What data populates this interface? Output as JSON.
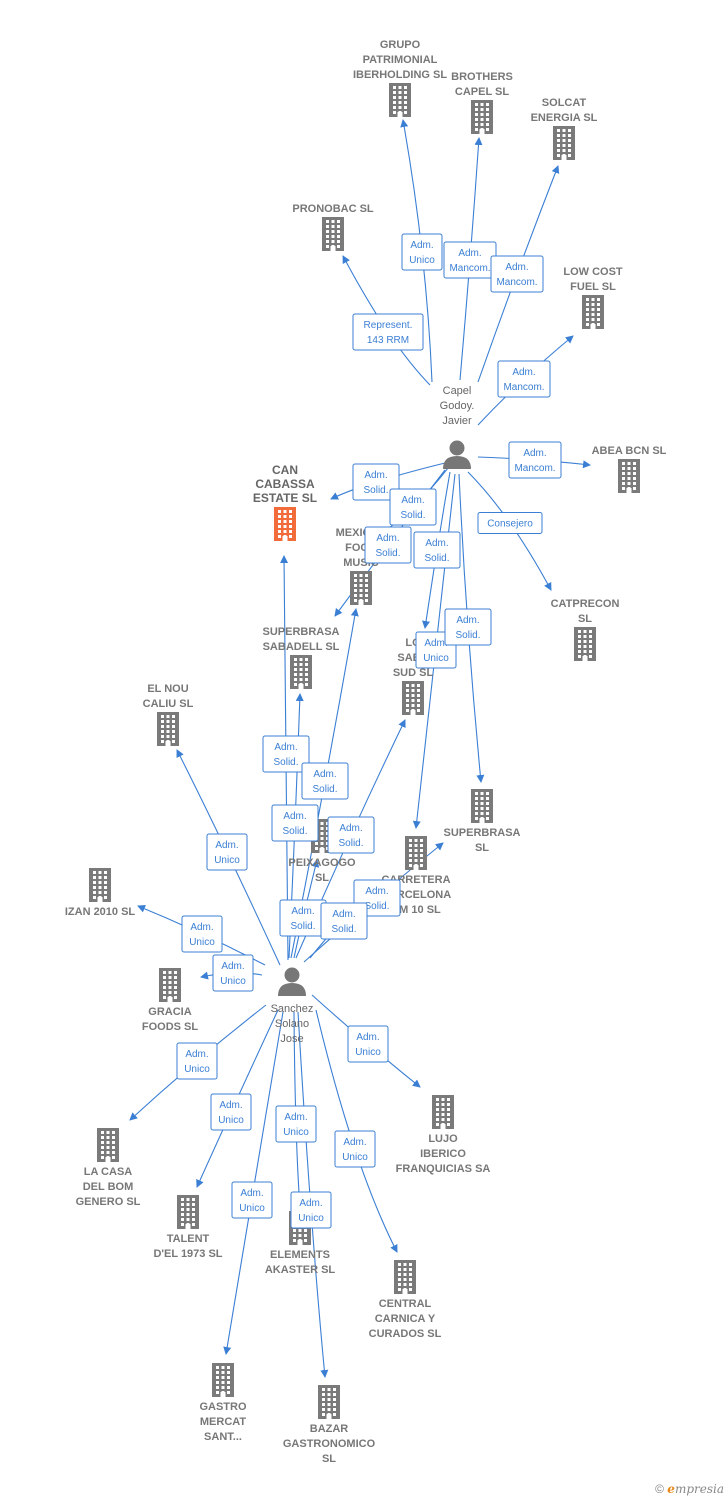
{
  "colors": {
    "edge": "#3b7fd4",
    "company": "#7a7a7a",
    "focus_company": "#f26b3a",
    "person": "#777777"
  },
  "persons": {
    "capel": {
      "name_lines": [
        "Capel",
        "Godoy.",
        "Javier"
      ]
    },
    "sanchez": {
      "name_lines": [
        "Sanchez",
        "Solano",
        "Jose"
      ]
    }
  },
  "companies": {
    "grupo": {
      "name_lines": [
        "GRUPO",
        "PATRIMONIAL",
        "IBERHOLDING SL"
      ]
    },
    "brothers": {
      "name_lines": [
        "BROTHERS",
        "CAPEL  SL"
      ]
    },
    "solcat": {
      "name_lines": [
        "SOLCAT",
        "ENERGIA SL"
      ]
    },
    "pronobac": {
      "name_lines": [
        "PRONOBAC SL"
      ]
    },
    "lowcost": {
      "name_lines": [
        "LOW COST",
        "FUEL SL"
      ]
    },
    "abea": {
      "name_lines": [
        "ABEA BCN SL"
      ]
    },
    "cancabassa": {
      "name_lines": [
        "CAN",
        "CABASSA",
        "ESTATE  SL"
      ]
    },
    "mexican": {
      "name_lines": [
        "MEXICAN",
        "FOOD",
        "MUSIC"
      ]
    },
    "catprecon": {
      "name_lines": [
        "CATPRECON",
        "SL"
      ]
    },
    "superbrasa_sab": {
      "name_lines": [
        "SUPERBRASA",
        "SABADELL  SL"
      ]
    },
    "lo_sabadell": {
      "name_lines": [
        "LO",
        "SABA",
        "SUD  SL"
      ]
    },
    "elnou": {
      "name_lines": [
        "EL NOU",
        "CALIU  SL"
      ]
    },
    "superbrasa": {
      "name_lines": [
        "SUPERBRASA",
        "SL"
      ]
    },
    "peixagogo": {
      "name_lines": [
        "PEIXAGOGO",
        "SL"
      ]
    },
    "carretera": {
      "name_lines": [
        "CARRETERA",
        "BARCELONA",
        "KM 10  SL"
      ]
    },
    "izan": {
      "name_lines": [
        "IZAN 2010  SL"
      ]
    },
    "gracia": {
      "name_lines": [
        "GRACIA",
        "FOODS  SL"
      ]
    },
    "lujo": {
      "name_lines": [
        "LUJO",
        "IBERICO",
        "FRANQUICIAS SA"
      ]
    },
    "lacasa": {
      "name_lines": [
        "LA CASA",
        "DEL BOM",
        "GENERO  SL"
      ]
    },
    "talent": {
      "name_lines": [
        "TALENT",
        "D'EL 1973  SL"
      ]
    },
    "elements": {
      "name_lines": [
        "ELEMENTS",
        "AKASTER  SL"
      ]
    },
    "central": {
      "name_lines": [
        "CENTRAL",
        "CARNICA Y",
        "CURADOS  SL"
      ]
    },
    "gastro": {
      "name_lines": [
        "GASTRO",
        "MERCAT",
        "SANT..."
      ]
    },
    "bazar": {
      "name_lines": [
        "BAZAR",
        "GASTRONOMICO",
        "SL"
      ]
    }
  },
  "roles": [
    {
      "from": "capel",
      "to": "grupo",
      "lines": [
        "Adm.",
        "Unico"
      ]
    },
    {
      "from": "capel",
      "to": "brothers",
      "lines": [
        "Adm.",
        "Mancom."
      ]
    },
    {
      "from": "capel",
      "to": "solcat",
      "lines": [
        "Adm.",
        "Mancom."
      ]
    },
    {
      "from": "capel",
      "to": "pronobac",
      "lines": [
        "Represent.",
        "143 RRM"
      ]
    },
    {
      "from": "capel",
      "to": "lowcost",
      "lines": [
        "Adm.",
        "Mancom."
      ]
    },
    {
      "from": "capel",
      "to": "abea",
      "lines": [
        "Adm.",
        "Mancom."
      ]
    },
    {
      "from": "capel",
      "to": "cancabassa",
      "lines": [
        "Adm.",
        "Solid."
      ]
    },
    {
      "from": "capel",
      "to": "mexican",
      "lines": [
        "Adm.",
        "Solid."
      ]
    },
    {
      "from": "capel",
      "to": "superbrasa_sab",
      "lines": [
        "Adm.",
        "Solid."
      ]
    },
    {
      "from": "capel",
      "to": "lo_sabadell",
      "lines": [
        "Adm.",
        "Solid."
      ]
    },
    {
      "from": "capel",
      "to": "catprecon",
      "lines": [
        "Consejero"
      ]
    },
    {
      "from": "capel",
      "to": "carretera",
      "lines": [
        "Adm.",
        "Unico"
      ]
    },
    {
      "from": "capel",
      "to": "superbrasa",
      "lines": [
        "Adm.",
        "Solid."
      ]
    },
    {
      "from": "sanchez",
      "to": "elnou",
      "lines": [
        "Adm.",
        "Unico"
      ]
    },
    {
      "from": "sanchez",
      "to": "cancabassa",
      "lines": [
        "Adm.",
        "Solid."
      ]
    },
    {
      "from": "sanchez",
      "to": "mexican",
      "lines": [
        "Adm.",
        "Solid."
      ]
    },
    {
      "from": "sanchez",
      "to": "superbrasa_sab",
      "lines": [
        "Adm.",
        "Solid."
      ]
    },
    {
      "from": "sanchez",
      "to": "lo_sabadell",
      "lines": [
        "Adm.",
        "Solid."
      ]
    },
    {
      "from": "sanchez",
      "to": "peixagogo",
      "lines": [
        "Adm.",
        "Solid."
      ]
    },
    {
      "from": "sanchez",
      "to": "carretera",
      "lines": [
        "Adm.",
        "Solid."
      ]
    },
    {
      "from": "sanchez",
      "to": "superbrasa",
      "lines": [
        "Adm.",
        "Solid."
      ]
    },
    {
      "from": "sanchez",
      "to": "izan",
      "lines": [
        "Adm.",
        "Unico"
      ]
    },
    {
      "from": "sanchez",
      "to": "gracia",
      "lines": [
        "Adm.",
        "Unico"
      ]
    },
    {
      "from": "sanchez",
      "to": "lujo",
      "lines": [
        "Adm.",
        "Unico"
      ]
    },
    {
      "from": "sanchez",
      "to": "lacasa",
      "lines": [
        "Adm.",
        "Unico"
      ]
    },
    {
      "from": "sanchez",
      "to": "talent",
      "lines": [
        "Adm.",
        "Unico"
      ]
    },
    {
      "from": "sanchez",
      "to": "elements",
      "lines": [
        "Adm.",
        "Unico"
      ]
    },
    {
      "from": "sanchez",
      "to": "central",
      "lines": [
        "Adm.",
        "Unico"
      ]
    },
    {
      "from": "sanchez",
      "to": "gastro",
      "lines": [
        "Adm.",
        "Unico"
      ]
    },
    {
      "from": "sanchez",
      "to": "bazar",
      "lines": [
        "Adm.",
        "Unico"
      ]
    }
  ],
  "footer": {
    "copyright": "©",
    "brand_initial": "e",
    "brand_rest": "mpresia"
  }
}
